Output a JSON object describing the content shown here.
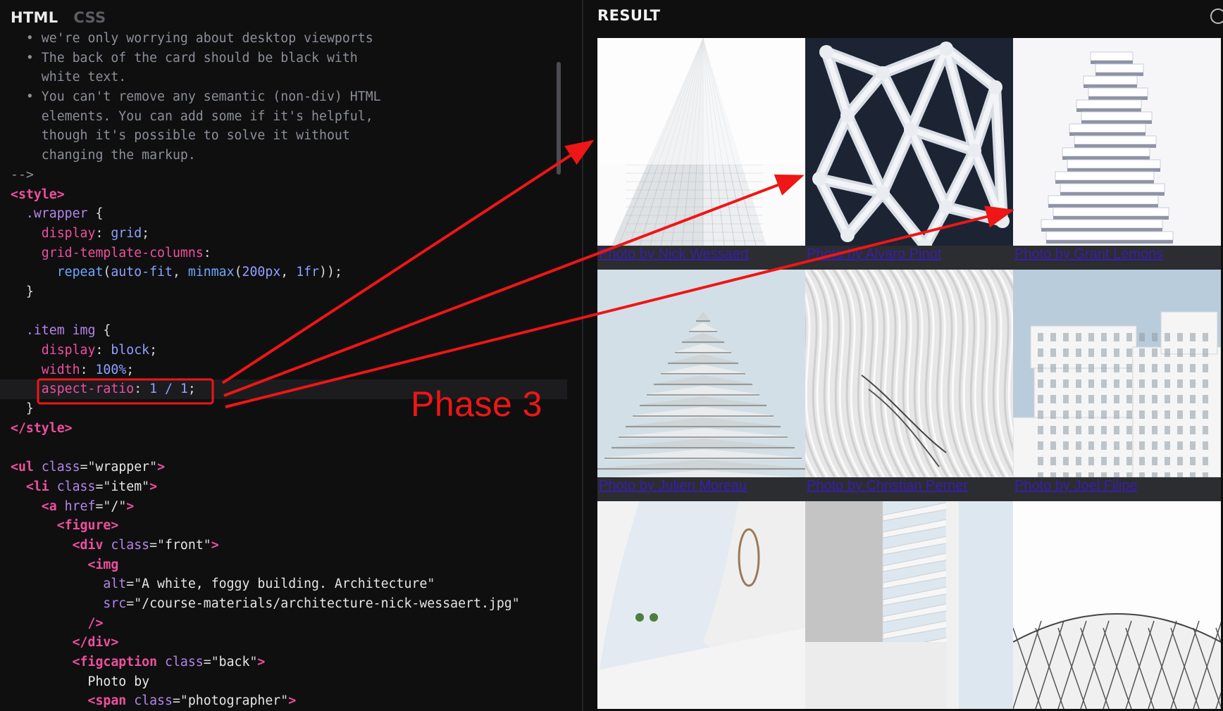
{
  "editor": {
    "tabs": [
      {
        "label": "HTML",
        "active": true
      },
      {
        "label": "CSS",
        "active": false
      }
    ],
    "code_lines": [
      [
        {
          "t": "  • we're only worrying about desktop viewports",
          "c": "c-comment"
        }
      ],
      [
        {
          "t": "  • The back of the card should be black with",
          "c": "c-comment"
        }
      ],
      [
        {
          "t": "    white text.",
          "c": "c-comment"
        }
      ],
      [
        {
          "t": "  • You can't remove any semantic (non-div) HTML",
          "c": "c-comment"
        }
      ],
      [
        {
          "t": "    elements. You can add some if it's helpful,",
          "c": "c-comment"
        }
      ],
      [
        {
          "t": "    though it's possible to solve it without",
          "c": "c-comment"
        }
      ],
      [
        {
          "t": "    changing the markup.",
          "c": "c-comment"
        }
      ],
      [
        {
          "t": "-->",
          "c": "c-comment"
        }
      ],
      [
        {
          "t": "<style>",
          "c": "c-tag"
        }
      ],
      [
        {
          "t": "  .wrapper ",
          "c": "c-sel"
        },
        {
          "t": "{",
          "c": "c-punc"
        }
      ],
      [
        {
          "t": "    display",
          "c": "c-prop"
        },
        {
          "t": ": ",
          "c": "c-punc"
        },
        {
          "t": "grid",
          "c": "c-val"
        },
        {
          "t": ";",
          "c": "c-punc"
        }
      ],
      [
        {
          "t": "    grid-template-columns",
          "c": "c-prop"
        },
        {
          "t": ":",
          "c": "c-punc"
        }
      ],
      [
        {
          "t": "      repeat",
          "c": "c-fn"
        },
        {
          "t": "(",
          "c": "c-punc"
        },
        {
          "t": "auto-fit",
          "c": "c-val"
        },
        {
          "t": ", ",
          "c": "c-punc"
        },
        {
          "t": "minmax",
          "c": "c-fn"
        },
        {
          "t": "(",
          "c": "c-punc"
        },
        {
          "t": "200px",
          "c": "c-val"
        },
        {
          "t": ", ",
          "c": "c-punc"
        },
        {
          "t": "1fr",
          "c": "c-val"
        },
        {
          "t": "));",
          "c": "c-punc"
        }
      ],
      [
        {
          "t": "  }",
          "c": "c-punc"
        }
      ],
      [
        {
          "t": "",
          "c": "c-punc"
        }
      ],
      [
        {
          "t": "  .item img ",
          "c": "c-sel"
        },
        {
          "t": "{",
          "c": "c-punc"
        }
      ],
      [
        {
          "t": "    display",
          "c": "c-prop"
        },
        {
          "t": ": ",
          "c": "c-punc"
        },
        {
          "t": "block",
          "c": "c-val"
        },
        {
          "t": ";",
          "c": "c-punc"
        }
      ],
      [
        {
          "t": "    width",
          "c": "c-prop"
        },
        {
          "t": ": ",
          "c": "c-punc"
        },
        {
          "t": "100%",
          "c": "c-val"
        },
        {
          "t": ";",
          "c": "c-punc"
        }
      ],
      [
        {
          "t": "    aspect-ratio",
          "c": "c-prop"
        },
        {
          "t": ": ",
          "c": "c-punc"
        },
        {
          "t": "1 / 1",
          "c": "c-val"
        },
        {
          "t": ";",
          "c": "c-punc"
        }
      ],
      [
        {
          "t": "  }",
          "c": "c-punc"
        }
      ],
      [
        {
          "t": "</style>",
          "c": "c-tag"
        }
      ],
      [
        {
          "t": "",
          "c": "c-punc"
        }
      ],
      [
        {
          "t": "<ul ",
          "c": "c-tag"
        },
        {
          "t": "class",
          "c": "c-attr"
        },
        {
          "t": "=\"",
          "c": "c-punc"
        },
        {
          "t": "wrapper",
          "c": "c-str"
        },
        {
          "t": "\"",
          "c": "c-punc"
        },
        {
          "t": ">",
          "c": "c-tag"
        }
      ],
      [
        {
          "t": "  <li ",
          "c": "c-tag"
        },
        {
          "t": "class",
          "c": "c-attr"
        },
        {
          "t": "=\"",
          "c": "c-punc"
        },
        {
          "t": "item",
          "c": "c-str"
        },
        {
          "t": "\"",
          "c": "c-punc"
        },
        {
          "t": ">",
          "c": "c-tag"
        }
      ],
      [
        {
          "t": "    <a ",
          "c": "c-tag"
        },
        {
          "t": "href",
          "c": "c-attr"
        },
        {
          "t": "=\"",
          "c": "c-punc"
        },
        {
          "t": "/",
          "c": "c-str"
        },
        {
          "t": "\"",
          "c": "c-punc"
        },
        {
          "t": ">",
          "c": "c-tag"
        }
      ],
      [
        {
          "t": "      <figure>",
          "c": "c-tag"
        }
      ],
      [
        {
          "t": "        <div ",
          "c": "c-tag"
        },
        {
          "t": "class",
          "c": "c-attr"
        },
        {
          "t": "=\"",
          "c": "c-punc"
        },
        {
          "t": "front",
          "c": "c-str"
        },
        {
          "t": "\"",
          "c": "c-punc"
        },
        {
          "t": ">",
          "c": "c-tag"
        }
      ],
      [
        {
          "t": "          <img",
          "c": "c-tag"
        }
      ],
      [
        {
          "t": "            alt",
          "c": "c-attr"
        },
        {
          "t": "=\"",
          "c": "c-punc"
        },
        {
          "t": "A white, foggy building. Architecture",
          "c": "c-str"
        },
        {
          "t": "\"",
          "c": "c-punc"
        }
      ],
      [
        {
          "t": "            src",
          "c": "c-attr"
        },
        {
          "t": "=\"",
          "c": "c-punc"
        },
        {
          "t": "/course-materials/architecture-nick-wessaert.jpg",
          "c": "c-str"
        },
        {
          "t": "\"",
          "c": "c-punc"
        }
      ],
      [
        {
          "t": "          />",
          "c": "c-tag"
        }
      ],
      [
        {
          "t": "        </div>",
          "c": "c-tag"
        }
      ],
      [
        {
          "t": "        <figcaption ",
          "c": "c-tag"
        },
        {
          "t": "class",
          "c": "c-attr"
        },
        {
          "t": "=\"",
          "c": "c-punc"
        },
        {
          "t": "back",
          "c": "c-str"
        },
        {
          "t": "\"",
          "c": "c-punc"
        },
        {
          "t": ">",
          "c": "c-tag"
        }
      ],
      [
        {
          "t": "          Photo by",
          "c": "c-text"
        }
      ],
      [
        {
          "t": "          <span ",
          "c": "c-tag"
        },
        {
          "t": "class",
          "c": "c-attr"
        },
        {
          "t": "=\"",
          "c": "c-punc"
        },
        {
          "t": "photographer",
          "c": "c-str"
        },
        {
          "t": "\"",
          "c": "c-punc"
        },
        {
          "t": ">",
          "c": "c-tag"
        }
      ]
    ],
    "highlighted_line_index": 18
  },
  "result": {
    "title": "RESULT",
    "photos": [
      {
        "caption": "Photo by Nick Wessaert",
        "style": "tower"
      },
      {
        "caption": "Photo by Alvaro Pinot",
        "style": "lattice"
      },
      {
        "caption": "Photo by Grant Lemons",
        "style": "stacked"
      },
      {
        "caption": "Photo by Julien Moreau",
        "style": "pyramid"
      },
      {
        "caption": "Photo by Christian Perner",
        "style": "waves"
      },
      {
        "caption": "Photo by Joel Filipe",
        "style": "blocks"
      },
      {
        "caption": "",
        "style": "curve"
      },
      {
        "caption": "",
        "style": "fins"
      },
      {
        "caption": "",
        "style": "dome"
      }
    ]
  },
  "annotation": {
    "label": "Phase 3",
    "color": "#ee1616"
  }
}
